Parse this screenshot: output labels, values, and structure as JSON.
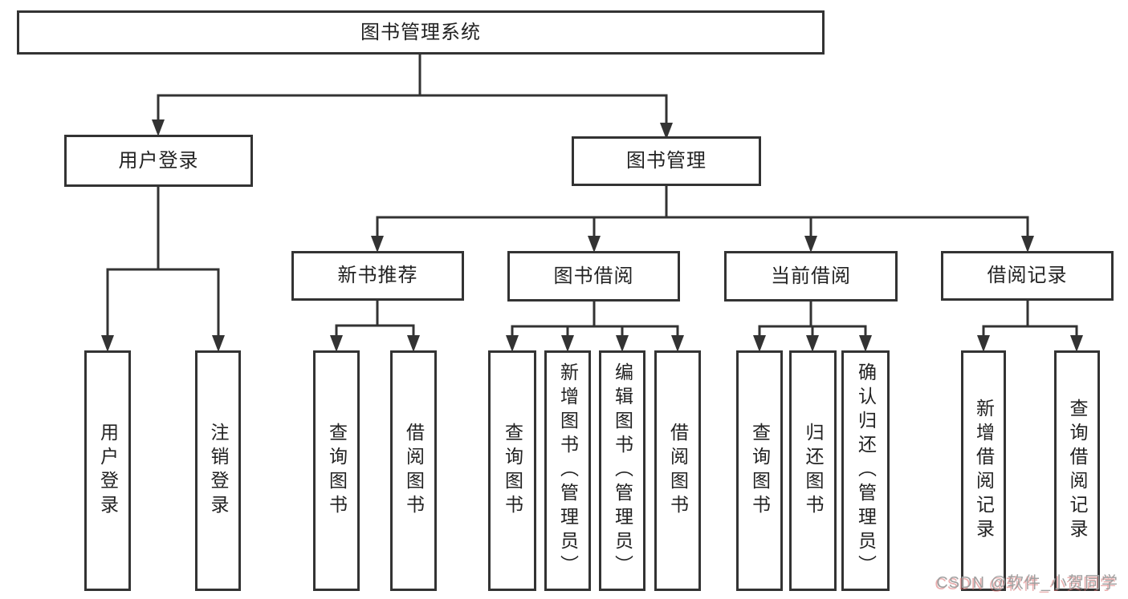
{
  "tree": {
    "label": "图书管理系统",
    "children": [
      {
        "label": "用户登录",
        "children": [
          {
            "label": "用户登录"
          },
          {
            "label": "注销登录"
          }
        ]
      },
      {
        "label": "图书管理",
        "children": [
          {
            "label": "新书推荐",
            "children": [
              {
                "label": "查询图书"
              },
              {
                "label": "借阅图书"
              }
            ]
          },
          {
            "label": "图书借阅",
            "children": [
              {
                "label": "查询图书"
              },
              {
                "label": "新增图书（管理员）"
              },
              {
                "label": "编辑图书（管理员）"
              },
              {
                "label": "借阅图书"
              }
            ]
          },
          {
            "label": "当前借阅",
            "children": [
              {
                "label": "查询图书"
              },
              {
                "label": "归还图书"
              },
              {
                "label": "确认归还（管理员）"
              }
            ]
          },
          {
            "label": "借阅记录",
            "children": [
              {
                "label": "新增借阅记录"
              },
              {
                "label": "查询借阅记录"
              }
            ]
          }
        ]
      }
    ]
  },
  "watermark": {
    "text": "CSDN @软件_小贺同学"
  },
  "colors": {
    "line": "#333333",
    "box_background": "#ffffff",
    "text": "#222222",
    "watermark_gray": "#a0a0a0",
    "watermark_red": "#d86c6c"
  }
}
